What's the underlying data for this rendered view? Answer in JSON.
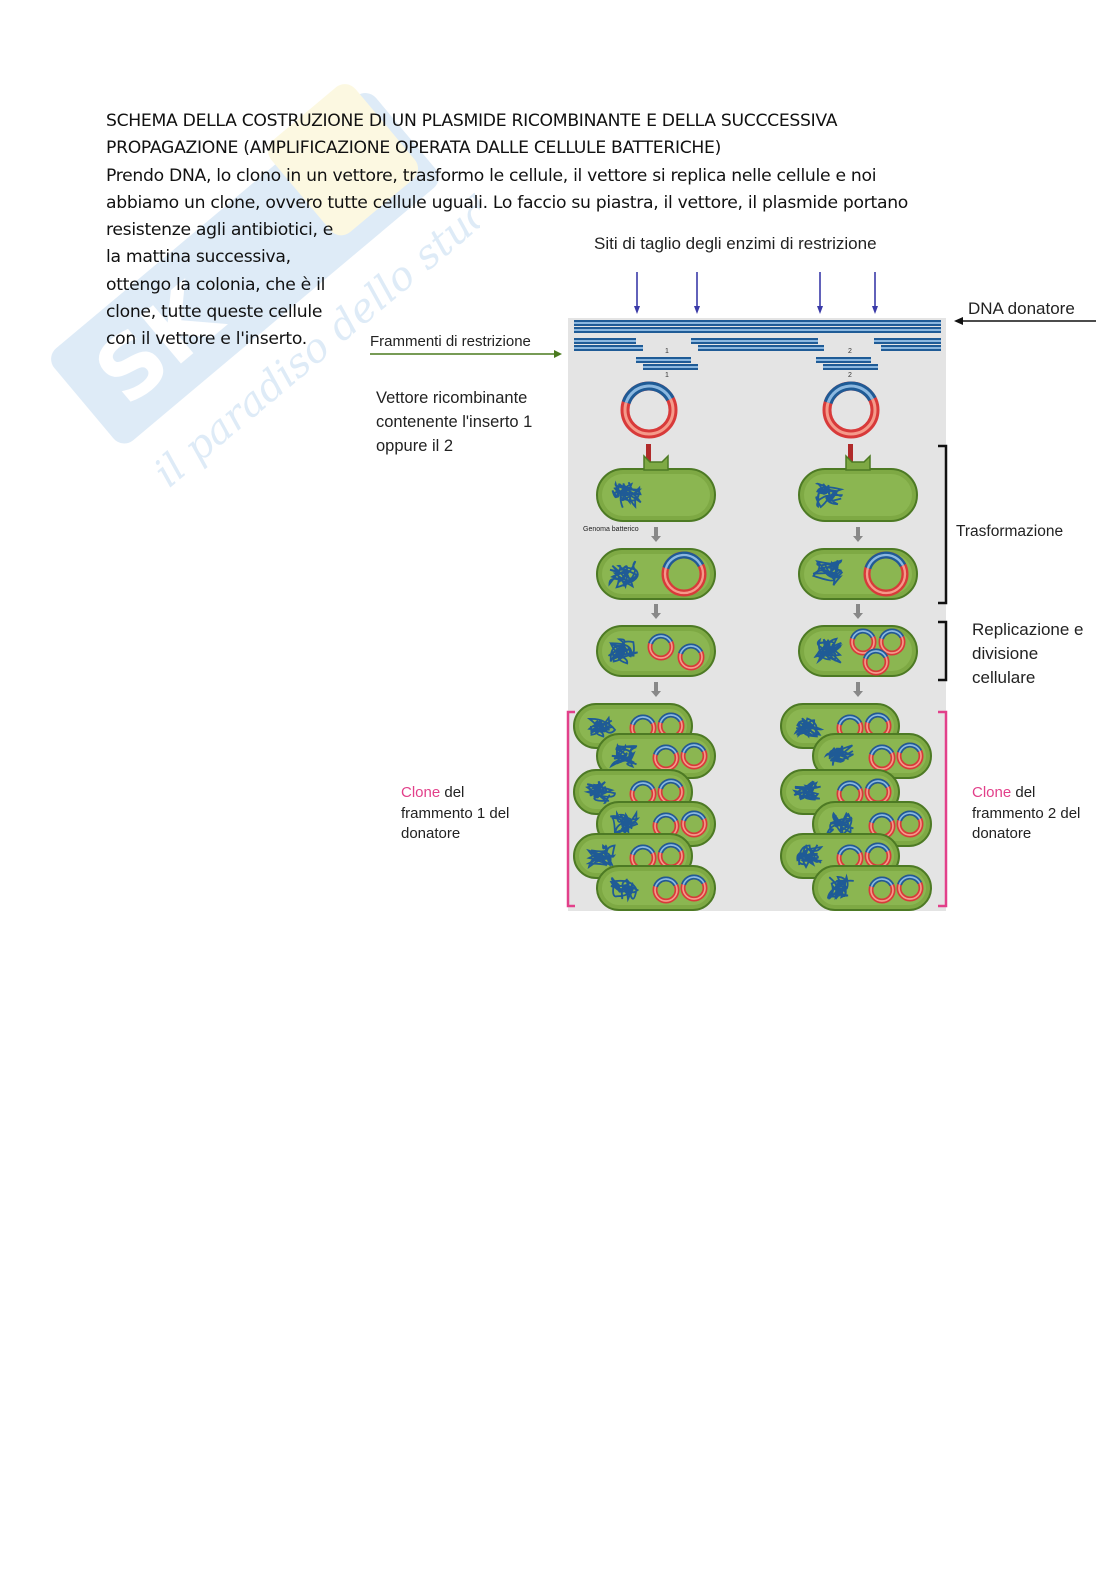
{
  "document": {
    "title_lines": [
      "SCHEMA DELLA COSTRUZIONE DI UN PLASMIDE RICOMBINANTE E DELLA SUCCCESSIVA",
      "PROPAGAZIONE (AMPLIFICAZIONE OPERATA DALLE CELLULE BATTERICHE)"
    ],
    "body_lines": [
      "Prendo DNA, lo clono in un vettore, trasformo le cellule, il vettore si replica nelle cellule e noi",
      "abbiamo un clone, ovvero tutte cellule uguali. Lo faccio su piastra, il vettore, il plasmide portano",
      "resistenze agli antibiotici, e",
      "la mattina successiva,",
      "ottengo la colonia, che è il",
      "clone, tutte queste cellule",
      "con il vettore e l'inserto."
    ]
  },
  "watermark": {
    "brand": "Skuola.net",
    "tagline": "il paradiso dello studente"
  },
  "diagram": {
    "cut_sites_label": "Siti di taglio degli enzimi di restrizione",
    "donor_dna_label": "DNA donatore",
    "fragments_label": "Frammenti di restrizione",
    "recombinant_vector_lines": [
      "Vettore ricombinante",
      "contenente l'inserto 1",
      "oppure il 2"
    ],
    "bacterial_genome_label": "Genoma batterico",
    "transformation_label": "Trasformazione",
    "replication_lines": [
      "Replicazione e",
      "divisione",
      "cellulare"
    ],
    "clone1": {
      "highlight": "Clone",
      "rest_line1": " del",
      "line2": "frammento 1 del",
      "line3": "donatore"
    },
    "clone2": {
      "highlight": "Clone",
      "rest_line1": " del",
      "line2": "frammento 2 del",
      "line3": "donatore"
    },
    "fragment_numbers": [
      "1",
      "2"
    ],
    "colors": {
      "dna": "#1f5b96",
      "dna_light": "#8cb8e0",
      "plasmid": "#d83a3a",
      "cell": "#7ea944",
      "panel": "#e4e4e4",
      "clone_bracket": "#e2408a",
      "arrow": "#3a3aa8"
    }
  }
}
